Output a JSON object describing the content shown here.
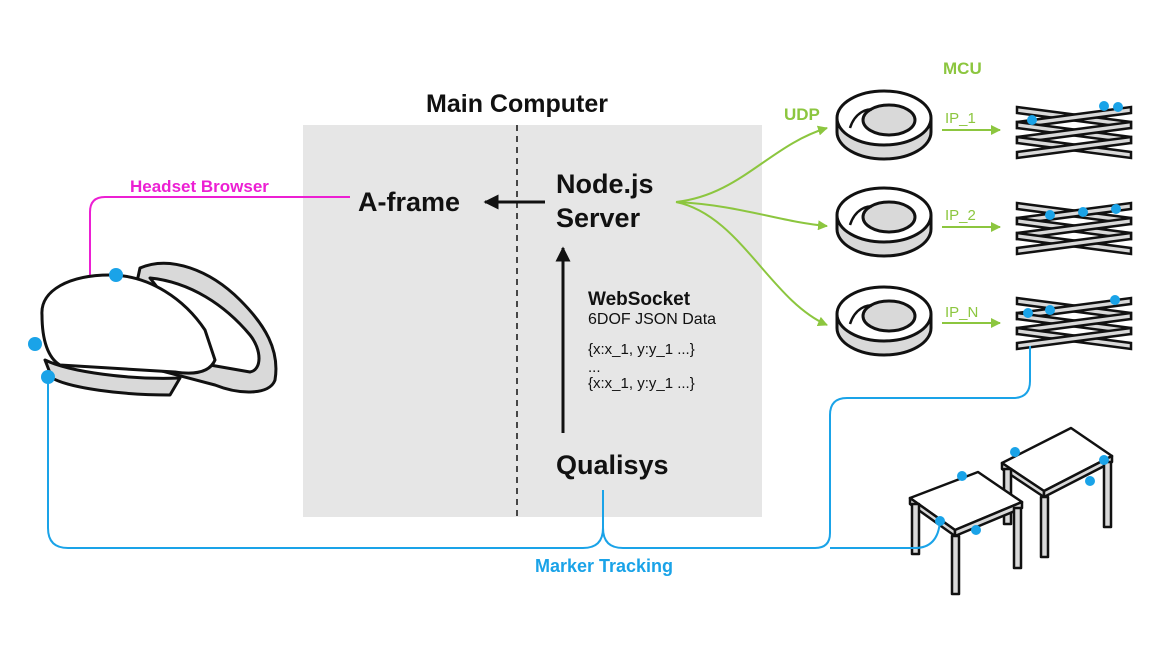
{
  "labels": {
    "main_computer": "Main Computer",
    "aframe": "A-frame",
    "node_line1": "Node.js",
    "node_line2": "Server",
    "websocket_title": "WebSocket",
    "websocket_sub": "6DOF JSON Data",
    "data_line1": "{x:x_1, y:y_1 ...}",
    "data_ellipsis": "...",
    "data_line2": "{x:x_1, y:y_1 ...}",
    "qualisys": "Qualisys",
    "headset_browser": "Headset Browser",
    "udp": "UDP",
    "mcu": "MCU",
    "ip_1": "IP_1",
    "ip_2": "IP_2",
    "ip_n": "IP_N",
    "marker_tracking": "Marker Tracking"
  },
  "colors": {
    "panel": "#e6e6e6",
    "green": "#8cc63f",
    "magenta": "#ec1fd3",
    "blue": "#1aa3e8",
    "ink": "#111111"
  }
}
